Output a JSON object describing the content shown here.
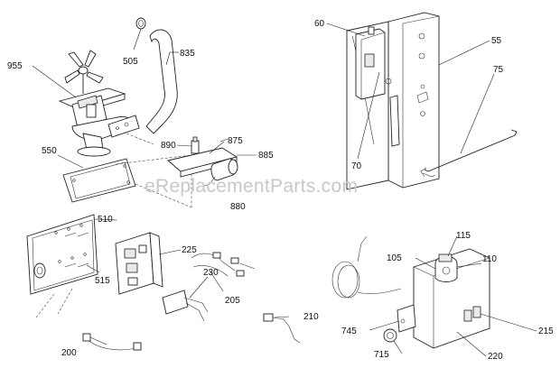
{
  "watermark": "eReplacementParts.com",
  "callouts": {
    "p505": "505",
    "p835": "835",
    "p955": "955",
    "p550": "550",
    "p890": "890",
    "p875": "875",
    "p885": "885",
    "p880": "880",
    "p60": "60",
    "p55": "55",
    "p75": "75",
    "p70": "70",
    "p510": "510",
    "p225": "225",
    "p230": "230",
    "p515": "515",
    "p205": "205",
    "p200": "200",
    "p210": "210",
    "p115": "115",
    "p105": "105",
    "p110": "110",
    "p745": "745",
    "p215": "215",
    "p715": "715",
    "p220": "220"
  }
}
